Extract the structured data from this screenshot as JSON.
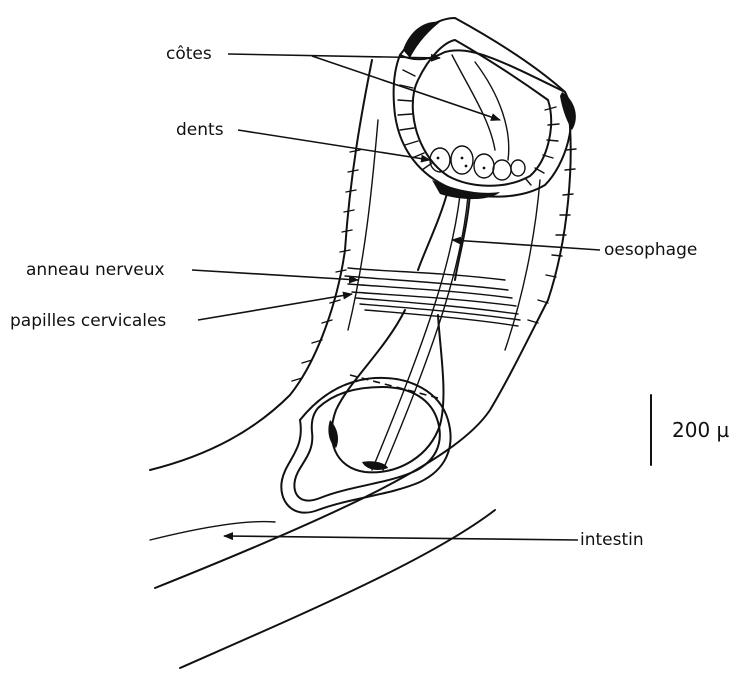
{
  "labels": {
    "cotes": "côtes",
    "dents": "dents",
    "oesophage": "oesophage",
    "anneau_nerveux": "anneau nerveux",
    "papilles_cervicales": "papilles cervicales",
    "intestin": "intestin"
  },
  "scale_bar": {
    "label": "200 µ"
  },
  "colors": {
    "ink": "#111111",
    "background": "#ffffff"
  }
}
